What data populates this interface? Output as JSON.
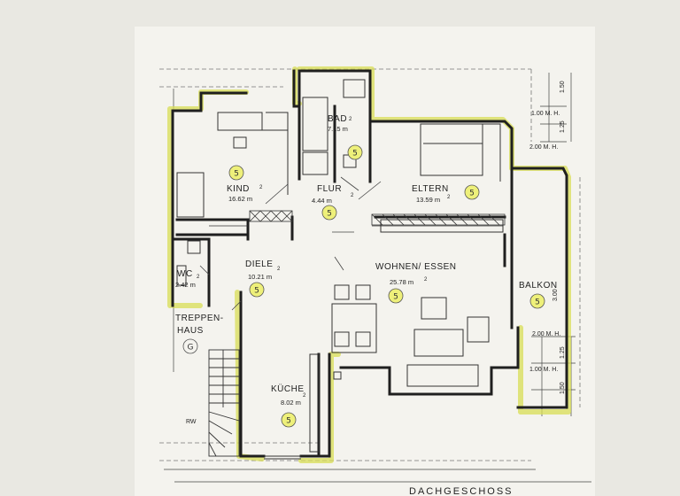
{
  "rooms": {
    "bad": {
      "name": "BAD",
      "area": "7.15 m",
      "sup": "2",
      "badge": "5"
    },
    "kind": {
      "name": "KIND",
      "area": "16.62 m",
      "sup": "2",
      "badge": "5"
    },
    "flur": {
      "name": "FLUR",
      "area": "4.44 m",
      "sup": "2",
      "badge": "5"
    },
    "eltern": {
      "name": "ELTERN",
      "area": "13.59 m",
      "sup": "2",
      "badge": "5"
    },
    "wc": {
      "name": "WC",
      "area": "2.42 m",
      "sup": "2"
    },
    "diele": {
      "name": "DIELE",
      "area": "10.21 m",
      "sup": "2",
      "badge": "5"
    },
    "wohnen": {
      "name": "WOHNEN/ ESSEN",
      "area": "25.78 m",
      "sup": "2",
      "badge": "5"
    },
    "balkon": {
      "name": "BALKON",
      "badge": "5"
    },
    "treppenhaus": {
      "name1": "TREPPEN-",
      "name2": "HAUS",
      "badge": "G"
    },
    "kueche": {
      "name": "KÜCHE",
      "area": "8.02 m",
      "sup": "2",
      "badge": "5"
    }
  },
  "dimensions": {
    "top_1": "1.50",
    "top_2": "1.00 M. H.",
    "top_3": "1.25",
    "top_4": "2.00 M. H.",
    "balkon_width": "3.00",
    "bot_1": "2.00 M. H.",
    "bot_2": "1.25",
    "bot_3": "1.00 M. H.",
    "bot_4": "1.50"
  },
  "notes": {
    "rw": "RW",
    "bottom_caption": "DACHGESCHOSS"
  },
  "colors": {
    "paper": "#f4f3ee",
    "background": "#e9e8e2",
    "wall": "#1f1f1f",
    "highlight": "#d9de55",
    "badge_fill": "#eef07a"
  }
}
